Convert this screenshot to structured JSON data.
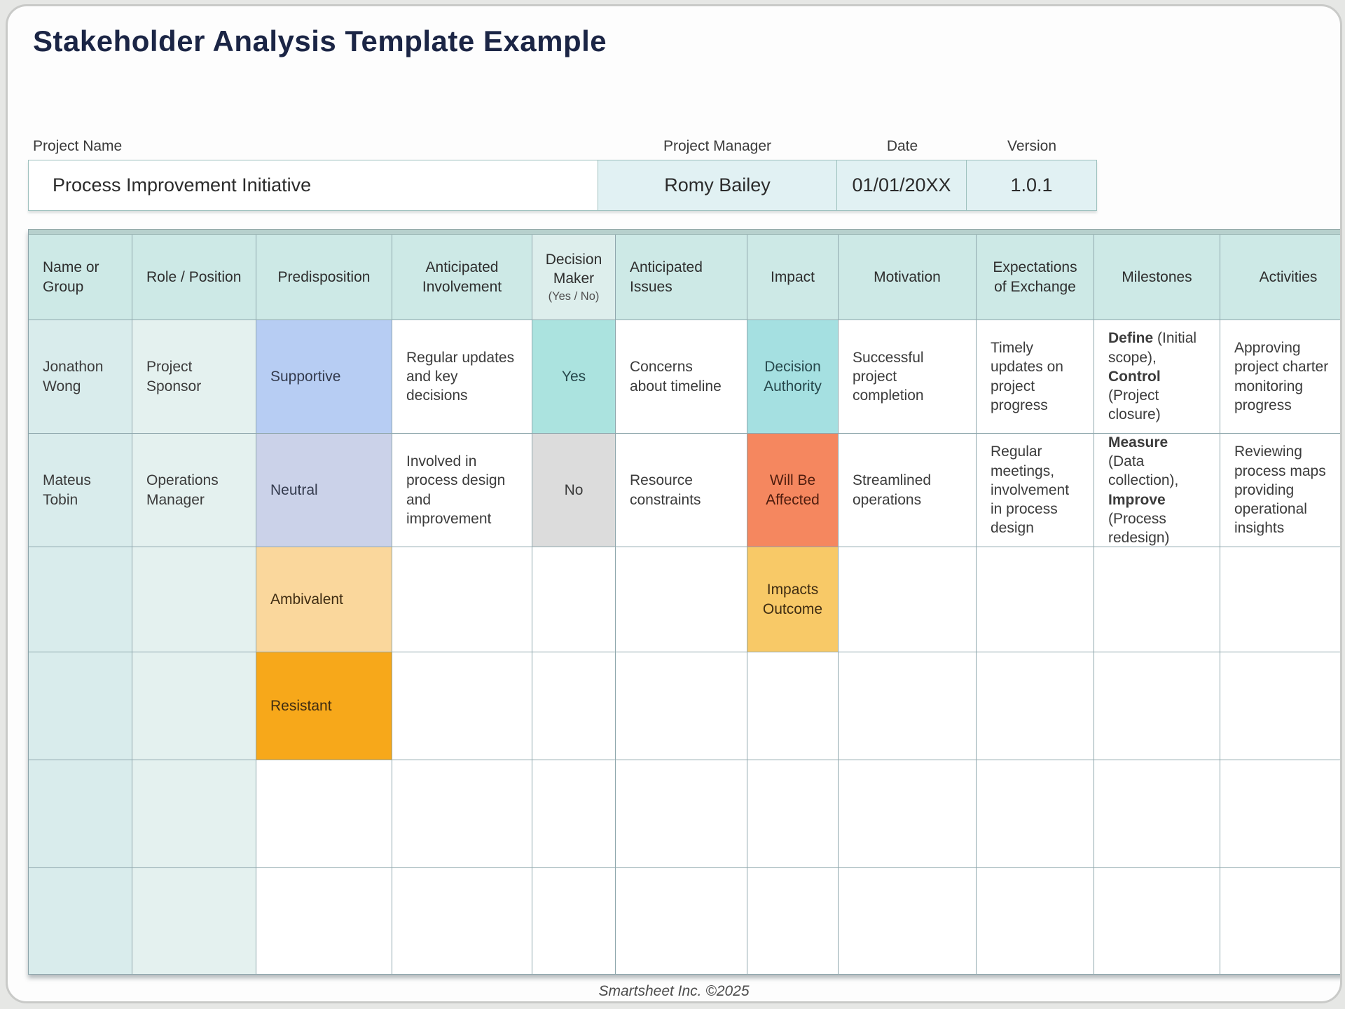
{
  "page": {
    "title": "Stakeholder Analysis Template Example",
    "footer": "Smartsheet Inc. ©2025"
  },
  "project_info": {
    "fields": [
      {
        "label": "Project Name",
        "value": "Process Improvement Initiative"
      },
      {
        "label": "Project Manager",
        "value": "Romy Bailey"
      },
      {
        "label": "Date",
        "value": "01/01/20XX"
      },
      {
        "label": "Version",
        "value": "1.0.1"
      }
    ]
  },
  "colors": {
    "title_navy": "#1b2545",
    "grid_line": "#8fa7ad",
    "header_teal": "#cde9e6",
    "decision_maker_header": "#ddeeec",
    "name_col": "#d9ecec",
    "role_col": "#e4f1ef",
    "white": "#ffffff",
    "supportive": "#b7cdf3",
    "neutral": "#cbd2e9",
    "ambivalent": "#fad79c",
    "resistant": "#f7a81a",
    "yes": "#abe3df",
    "no": "#dcdcdc",
    "decision_authority": "#a5e0e1",
    "will_be_affected": "#f5875f",
    "impacts_outcome": "#f8c967"
  },
  "table": {
    "columns": [
      {
        "id": "name-or-group",
        "label": "Name or Group",
        "bg": "header_teal"
      },
      {
        "id": "role-position",
        "label": "Role / Position",
        "bg": "header_teal"
      },
      {
        "id": "predisposition",
        "label": "Predisposition",
        "bg": "header_teal"
      },
      {
        "id": "anticipated-involvement",
        "label": "Anticipated Involvement",
        "bg": "header_teal"
      },
      {
        "id": "decision-maker",
        "label": "Decision Maker",
        "sublabel": "(Yes / No)",
        "bg": "decision_maker_header"
      },
      {
        "id": "anticipated-issues",
        "label": "Anticipated Issues",
        "bg": "header_teal"
      },
      {
        "id": "impact",
        "label": "Impact",
        "bg": "header_teal"
      },
      {
        "id": "motivation",
        "label": "Motivation",
        "bg": "header_teal"
      },
      {
        "id": "expectations-of-exchange",
        "label": "Expectations of Exchange",
        "bg": "header_teal"
      },
      {
        "id": "milestones",
        "label": "Milestones",
        "bg": "header_teal"
      },
      {
        "id": "activities",
        "label": "Activities",
        "bg": "header_teal"
      }
    ],
    "rows": [
      {
        "cells": [
          {
            "text": "Jonathon Wong"
          },
          {
            "text": "Project Sponsor"
          },
          {
            "text": "Supportive",
            "bg": "supportive",
            "fg": "#333a4d"
          },
          {
            "text": "Regular updates and key decisions",
            "bg": "white"
          },
          {
            "text": "Yes",
            "bg": "yes",
            "fg": "#27484c"
          },
          {
            "text": "Concerns about timeline",
            "bg": "white"
          },
          {
            "text": "Decision Authority",
            "bg": "decision_authority",
            "fg": "#27484c"
          },
          {
            "text": "Successful project completion",
            "bg": "white"
          },
          {
            "text": "Timely updates on project progress",
            "bg": "white"
          },
          {
            "segments": [
              {
                "text": "Define",
                "bold": true
              },
              {
                "text": " (Initial scope), "
              },
              {
                "text": "Control",
                "bold": true
              },
              {
                "text": " (Project closure)"
              }
            ],
            "bg": "white"
          },
          {
            "text": "Approving project charter monitoring progress",
            "bg": "white"
          }
        ]
      },
      {
        "cells": [
          {
            "text": "Mateus Tobin"
          },
          {
            "text": "Operations Manager"
          },
          {
            "text": "Neutral",
            "bg": "neutral",
            "fg": "#333a4d"
          },
          {
            "text": "Involved in process design and improvement",
            "bg": "white"
          },
          {
            "text": "No",
            "bg": "no",
            "fg": "#3b3b3b"
          },
          {
            "text": "Resource constraints",
            "bg": "white"
          },
          {
            "text": "Will Be Affected",
            "bg": "will_be_affected",
            "fg": "#4f1d0e"
          },
          {
            "text": "Streamlined operations",
            "bg": "white"
          },
          {
            "text": "Regular meetings, involvement in process design",
            "bg": "white"
          },
          {
            "segments": [
              {
                "text": "Measure",
                "bold": true
              },
              {
                "text": " (Data collection), "
              },
              {
                "text": "Improve",
                "bold": true
              },
              {
                "text": " (Process redesign)"
              }
            ],
            "bg": "white"
          },
          {
            "text": "Reviewing process maps providing operational insights",
            "bg": "white"
          }
        ]
      },
      {
        "cells": [
          {
            "text": ""
          },
          {
            "text": ""
          },
          {
            "text": "Ambivalent",
            "bg": "ambivalent",
            "fg": "#3f2c12"
          },
          {
            "text": "",
            "bg": "white"
          },
          {
            "text": "",
            "bg": "white"
          },
          {
            "text": "",
            "bg": "white"
          },
          {
            "text": "Impacts Outcome",
            "bg": "impacts_outcome",
            "fg": "#3f2c12"
          },
          {
            "text": "",
            "bg": "white"
          },
          {
            "text": "",
            "bg": "white"
          },
          {
            "text": "",
            "bg": "white"
          },
          {
            "text": "",
            "bg": "white"
          }
        ]
      },
      {
        "cells": [
          {
            "text": ""
          },
          {
            "text": ""
          },
          {
            "text": "Resistant",
            "bg": "resistant",
            "fg": "#3f2c12"
          },
          {
            "text": "",
            "bg": "white"
          },
          {
            "text": "",
            "bg": "white"
          },
          {
            "text": "",
            "bg": "white"
          },
          {
            "text": "",
            "bg": "white"
          },
          {
            "text": "",
            "bg": "white"
          },
          {
            "text": "",
            "bg": "white"
          },
          {
            "text": "",
            "bg": "white"
          },
          {
            "text": "",
            "bg": "white"
          }
        ]
      },
      {
        "cells": []
      },
      {
        "cells": []
      }
    ]
  }
}
